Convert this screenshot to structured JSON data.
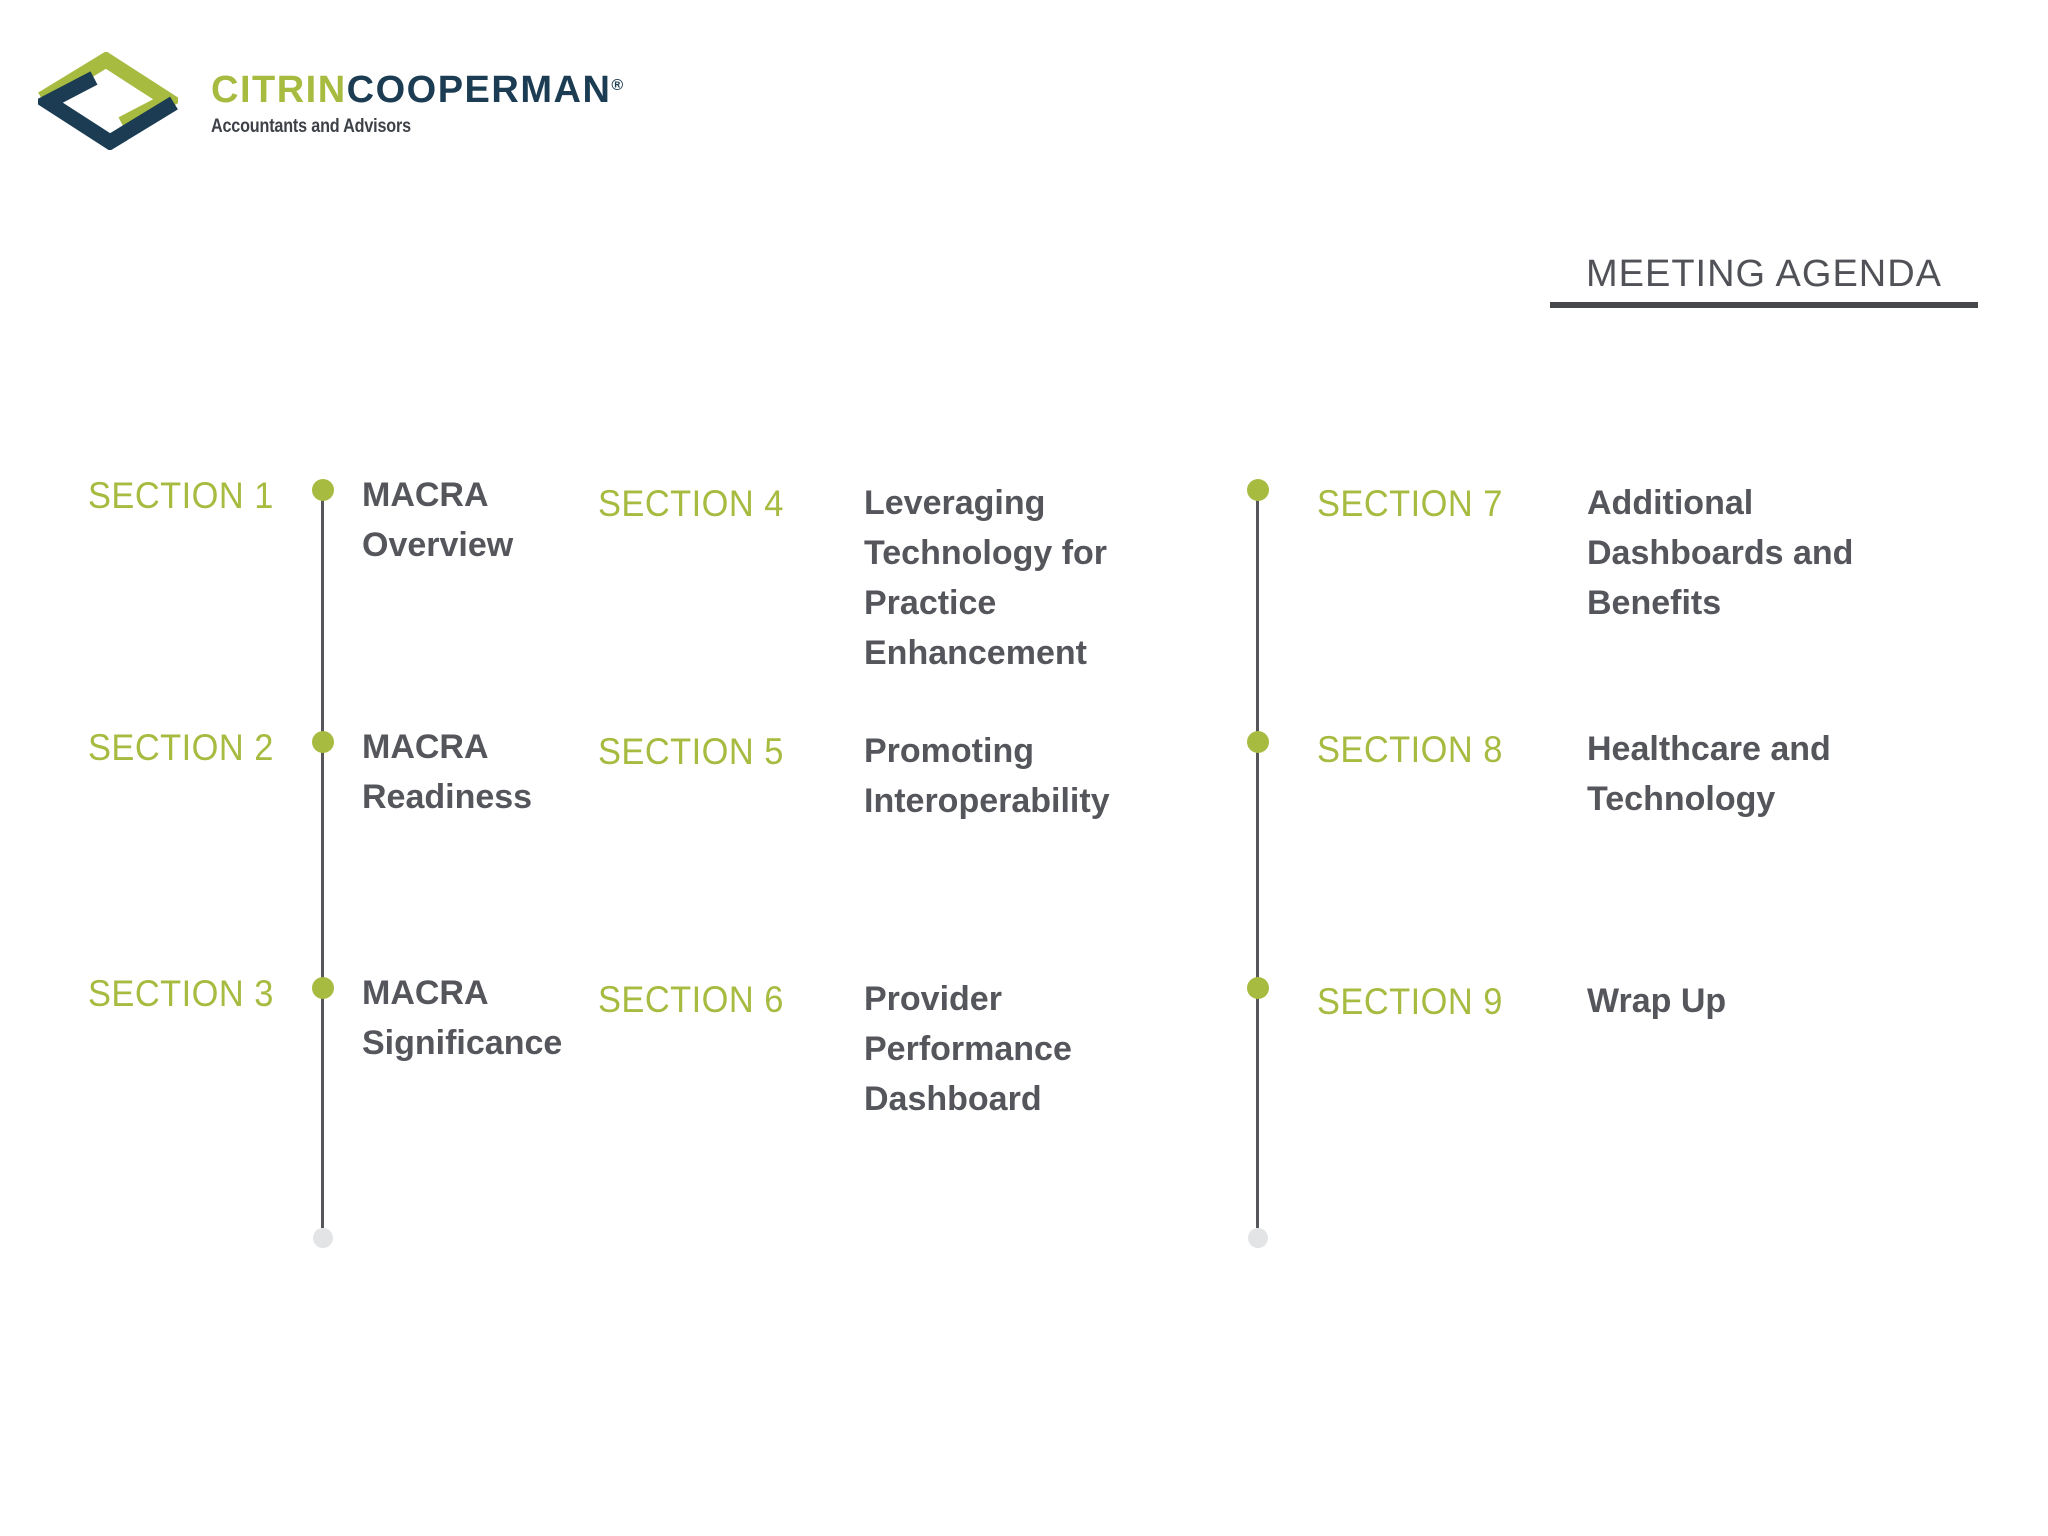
{
  "logo": {
    "mark": "citrin-cooperman-diamond-s-logo",
    "brand_primary": "CITRIN",
    "brand_secondary": "COOPERMAN",
    "registered_mark": "®",
    "tagline": "Accountants and Advisors"
  },
  "header": {
    "title": "MEETING AGENDA"
  },
  "colors": {
    "green": "#a6bb40",
    "navy": "#1b3c52",
    "text_gray": "#54565c",
    "title_gray": "#505257",
    "underline": "#47484c",
    "line": "#55565a",
    "end_dot": "#e3e4e6",
    "tagline_gray": "#3e4248"
  },
  "agenda": {
    "columns": [
      {
        "has_timeline": true,
        "items": [
          {
            "label": "SECTION 1",
            "title": "MACRA Overview"
          },
          {
            "label": "SECTION 2",
            "title": "MACRA Readiness"
          },
          {
            "label": "SECTION 3",
            "title": "MACRA Significance"
          }
        ]
      },
      {
        "has_timeline": false,
        "items": [
          {
            "label": "SECTION 4",
            "title": "Leveraging Technology for Practice Enhancement"
          },
          {
            "label": "SECTION 5",
            "title": "Promoting Interoperability"
          },
          {
            "label": "SECTION 6",
            "title": "Provider Performance Dashboard"
          }
        ]
      },
      {
        "has_timeline": true,
        "items": [
          {
            "label": "SECTION 7",
            "title": "Additional Dashboards and Benefits"
          },
          {
            "label": "SECTION 8",
            "title": "Healthcare and Technology"
          },
          {
            "label": "SECTION 9",
            "title": "Wrap Up"
          }
        ]
      }
    ]
  }
}
